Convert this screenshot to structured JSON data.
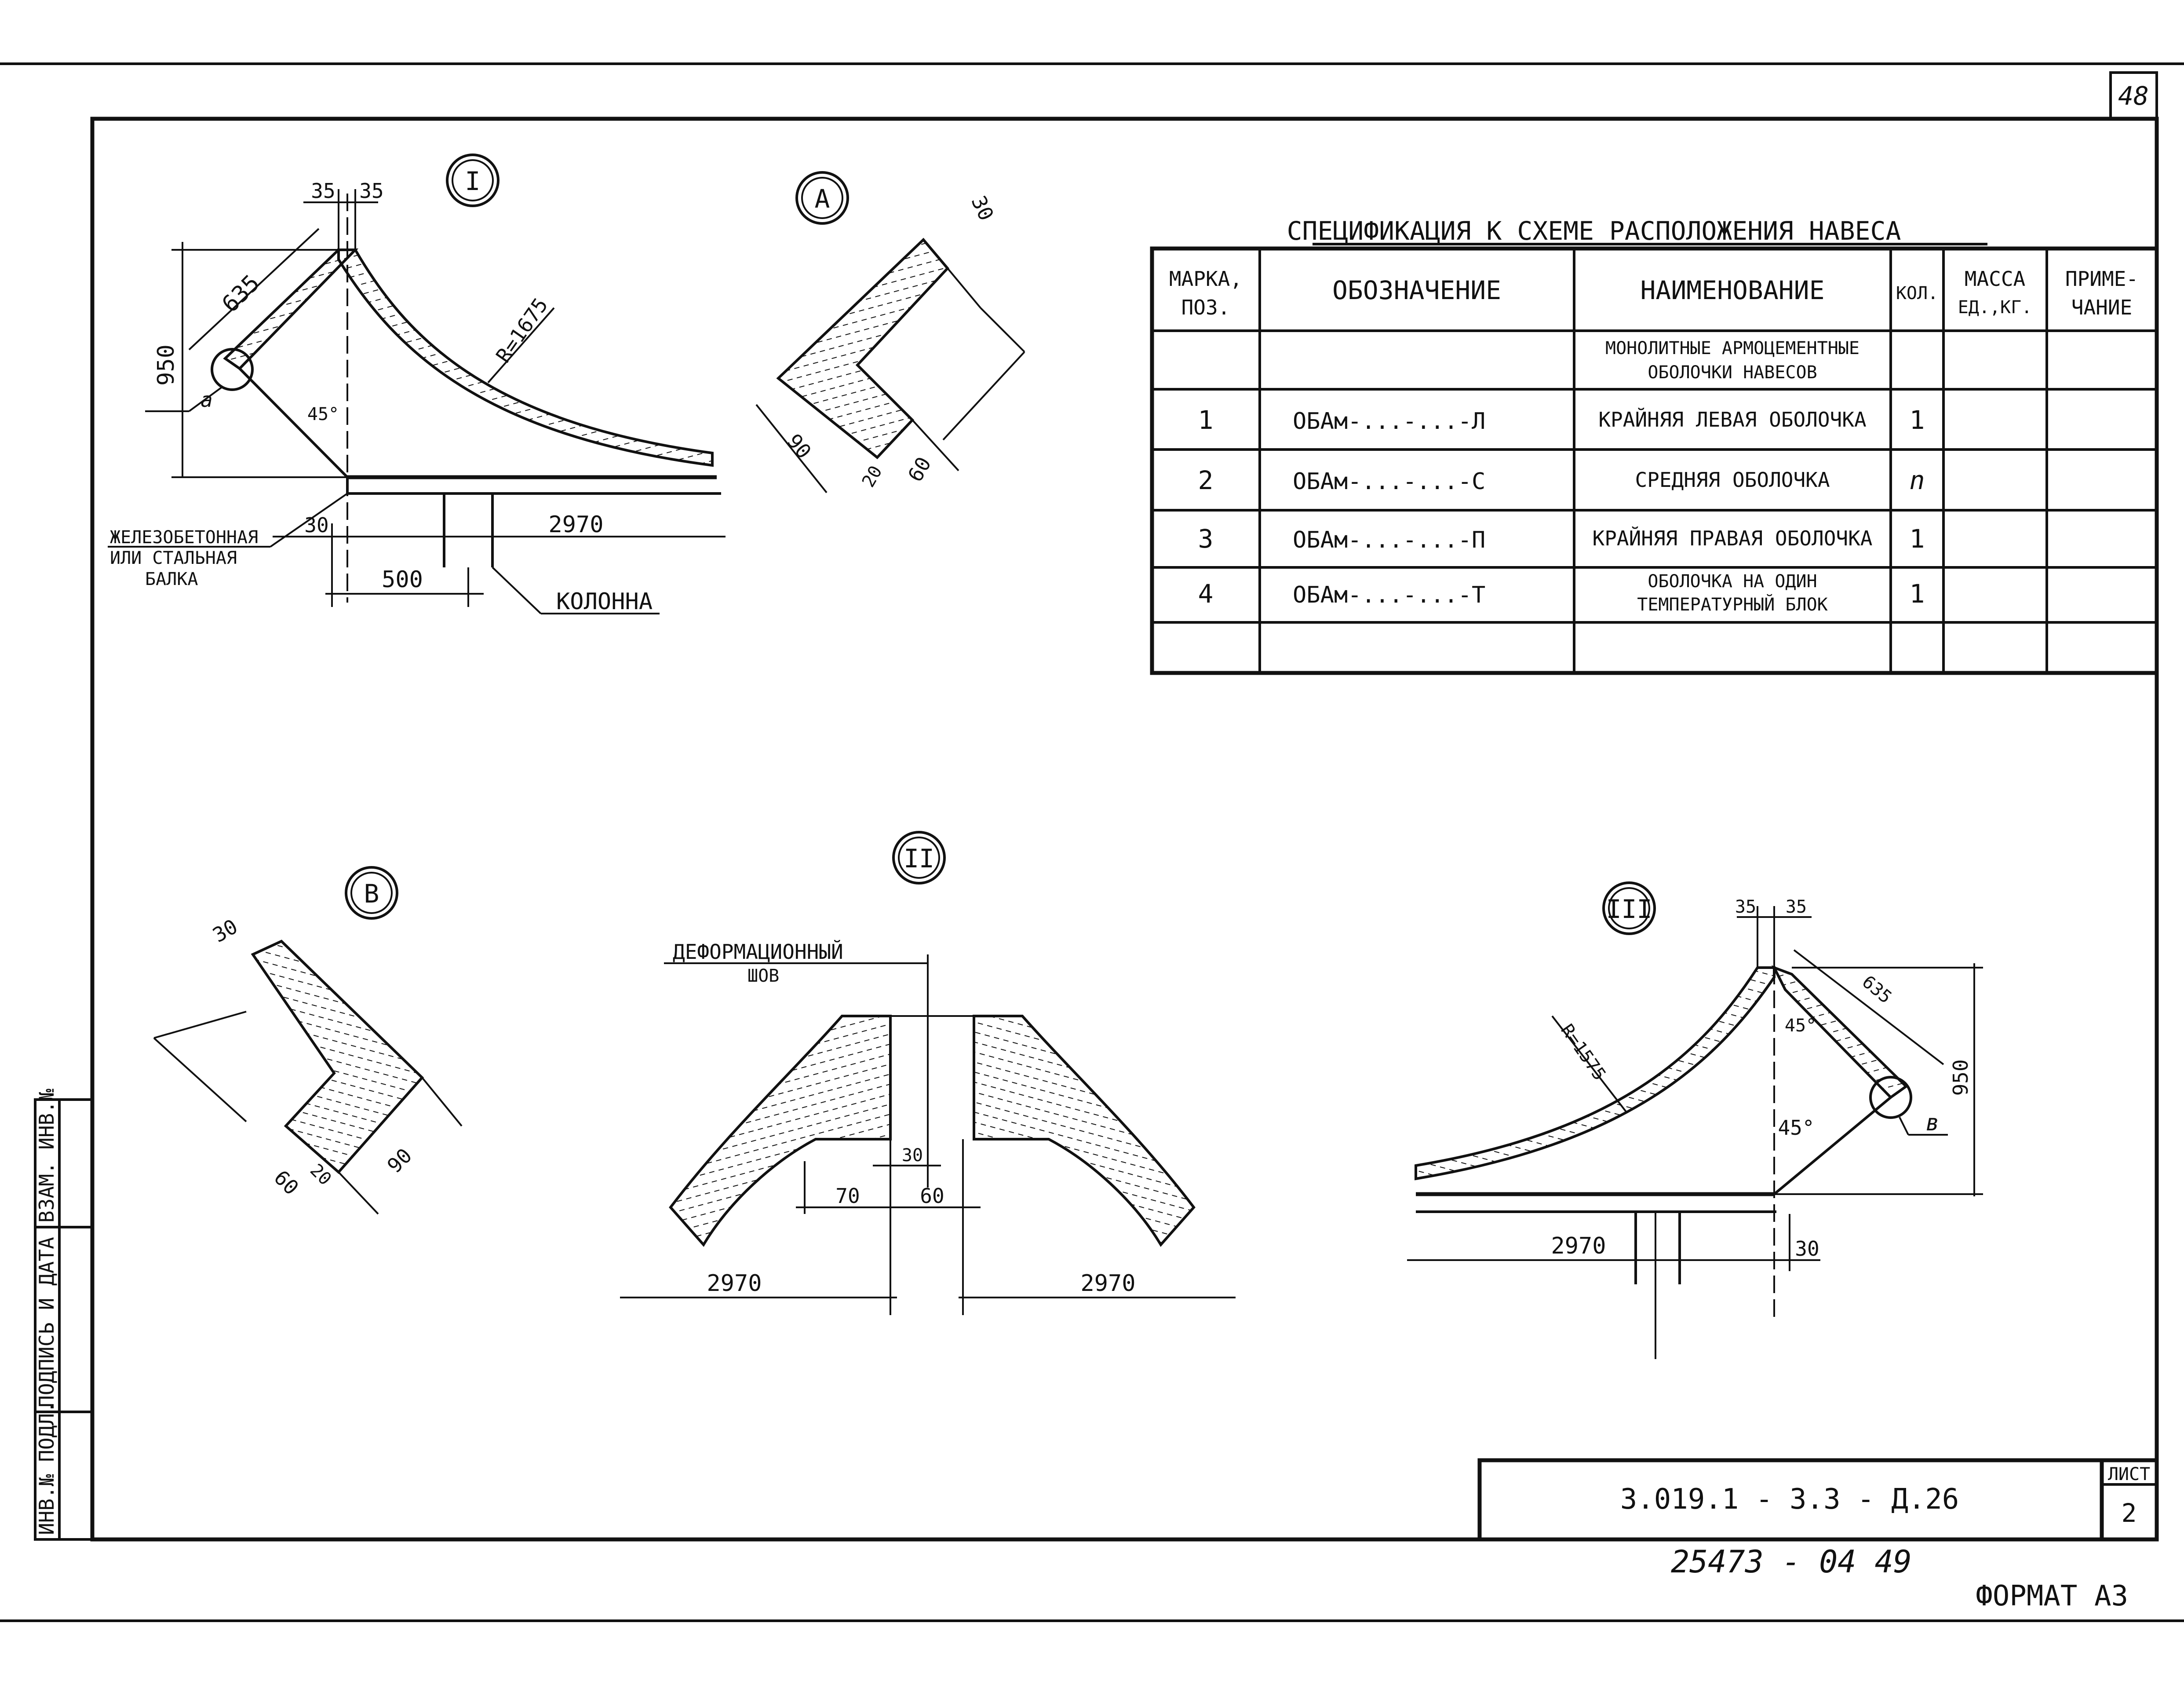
{
  "sheet": {
    "page_number_top": "48",
    "format_label": "ФОРМАТ А3",
    "inventory_number": "25473 - 04    49"
  },
  "title_block": {
    "designation": "3.019.1 - 3.3 - Д.26",
    "sheet_label": "ЛИСТ",
    "sheet_number": "2"
  },
  "side_stamp": {
    "inv_no_podl": "ИНВ.№ ПОДЛ.",
    "signature_date": "ПОДПИСЬ И ДАТА",
    "vzam_inv": "ВЗАМ. ИНВ.№"
  },
  "specification": {
    "title": "СПЕЦИФИКАЦИЯ К СХЕМЕ РАСПОЛОЖЕНИЯ НАВЕСА",
    "headers": {
      "mark_1": "МАРКА,",
      "mark_2": "ПОЗ.",
      "designation": "ОБОЗНАЧЕНИЕ",
      "name": "НАИМЕНОВАНИЕ",
      "qty": "КОЛ.",
      "mass_1": "МАССА",
      "mass_2": "ЕД.,КГ.",
      "note_1": "ПРИМЕ-",
      "note_2": "ЧАНИЕ"
    },
    "group_title_1": "МОНОЛИТНЫЕ АРМОЦЕМЕНТНЫЕ",
    "group_title_2": "ОБОЛОЧКИ НАВЕСОВ",
    "rows": [
      {
        "pos": "1",
        "designation": "ОБАм-...-...-Л",
        "name_1": "КРАЙНЯЯ ЛЕВАЯ ОБОЛОЧКА",
        "name_2": "",
        "qty": "1"
      },
      {
        "pos": "2",
        "designation": "ОБАм-...-...-С",
        "name_1": "СРЕДНЯЯ ОБОЛОЧКА",
        "name_2": "",
        "qty": "n"
      },
      {
        "pos": "3",
        "designation": "ОБАм-...-...-П",
        "name_1": "КРАЙНЯЯ ПРАВАЯ ОБОЛОЧКА",
        "name_2": "",
        "qty": "1"
      },
      {
        "pos": "4",
        "designation": "ОБАм-...-...-Т",
        "name_1": "ОБОЛОЧКА НА ОДИН",
        "name_2": "ТЕМПЕРАТУРНЫЙ БЛОК",
        "qty": "1"
      }
    ]
  },
  "node_I": {
    "label": "I",
    "dim_35a": "35",
    "dim_35b": "35",
    "dim_635": "635",
    "dim_950": "950",
    "radius": "R=1675",
    "angle": "45°",
    "callout": "а",
    "dim_30": "30",
    "dim_2970": "2970",
    "dim_500": "500",
    "beam_1": "ЖЕЛЕЗОБЕТОННАЯ",
    "beam_2": "ИЛИ СТАЛЬНАЯ",
    "beam_3": "БАЛКА",
    "column": "КОЛОННА"
  },
  "detail_A": {
    "label": "А",
    "dim_30": "30",
    "dim_90": "90",
    "dim_20": "20",
    "dim_60": "60"
  },
  "detail_B": {
    "label": "В",
    "dim_30": "30",
    "dim_60": "60",
    "dim_20": "20",
    "dim_90": "90"
  },
  "node_II": {
    "label": "II",
    "joint_1": "ДЕФОРМАЦИОННЫЙ",
    "joint_2": "ШОВ",
    "dim_30": "30",
    "dim_70": "70",
    "dim_60": "60",
    "dim_2970_left": "2970",
    "dim_2970_right": "2970"
  },
  "node_III": {
    "label": "III",
    "dim_35a": "35",
    "dim_35b": "35",
    "dim_635": "635",
    "dim_950": "950",
    "radius": "R=1575",
    "angle_a": "45°",
    "angle_b": "45°",
    "callout": "в",
    "dim_2970": "2970",
    "dim_30": "30"
  }
}
